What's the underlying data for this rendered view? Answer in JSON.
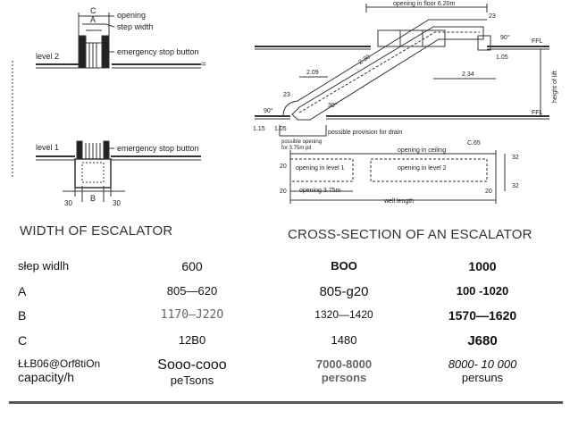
{
  "left_diagram": {
    "labels": {
      "c": "C",
      "a": "A",
      "b": "B",
      "opening": "opening",
      "step_width": "step width",
      "emergency_stop_1": "emergency stop button",
      "emergency_stop_2": "emergency stop button",
      "level_2": "level 2",
      "level_1": "level 1",
      "dim_left": "30",
      "dim_right": "30"
    }
  },
  "right_diagram": {
    "labels": {
      "opening_floor": "opening in floor 6.20m",
      "d23_top": "23",
      "d90_top": "90°",
      "ffl_top": "FFL",
      "d105": "1.05",
      "d230": "2.30",
      "d209": "2.09",
      "d234": "2.34",
      "d23_left": "23",
      "d90_left": "90°",
      "d30": "30°",
      "d115": "1.15",
      "d105b": "1.05",
      "ffl_bottom": "FFL",
      "drain": "possible provision for drain",
      "pit": "possible opening",
      "pit2": "for 3.75m pit",
      "height": "height of lift",
      "ceiling": "opening in ceiling",
      "c65": "C.65",
      "opening_l1": "opening in level 1",
      "opening_l2": "opening in level 2",
      "opening_375": "opening 3.75m",
      "well_length": "well length",
      "d20a": "20",
      "d20b": "20",
      "d20c": "20",
      "d32a": "32",
      "d32b": "32"
    }
  },
  "headings": {
    "left": "WIDTH OF ESCALATOR",
    "right": "CROSS-SECTION OF AN ESCALATOR"
  },
  "table": {
    "rows": [
      {
        "label": "słep widlh",
        "c1": "600",
        "c2": "BOO",
        "c3": "1000"
      },
      {
        "label": "A",
        "c1": "805—620",
        "c2": "805-g20",
        "c3": "100 -1020"
      },
      {
        "label": "B",
        "c1": "1170–J22O",
        "c2": "1320—1420",
        "c3": "1570—1620"
      },
      {
        "label": "C",
        "c1": "12B0",
        "c2": "1480",
        "c3": "J680"
      }
    ],
    "capacity": {
      "label_line1": "ŁŁB06@Orf8tiOn",
      "label_line2": "capacity/h",
      "c1_line1": "Sooo-cooo",
      "c1_line2": "peTsons",
      "c2_line1": "7000-8000",
      "c2_line2": "persons",
      "c3_line1": "8000- 10 000",
      "c3_line2": "persuns"
    }
  }
}
